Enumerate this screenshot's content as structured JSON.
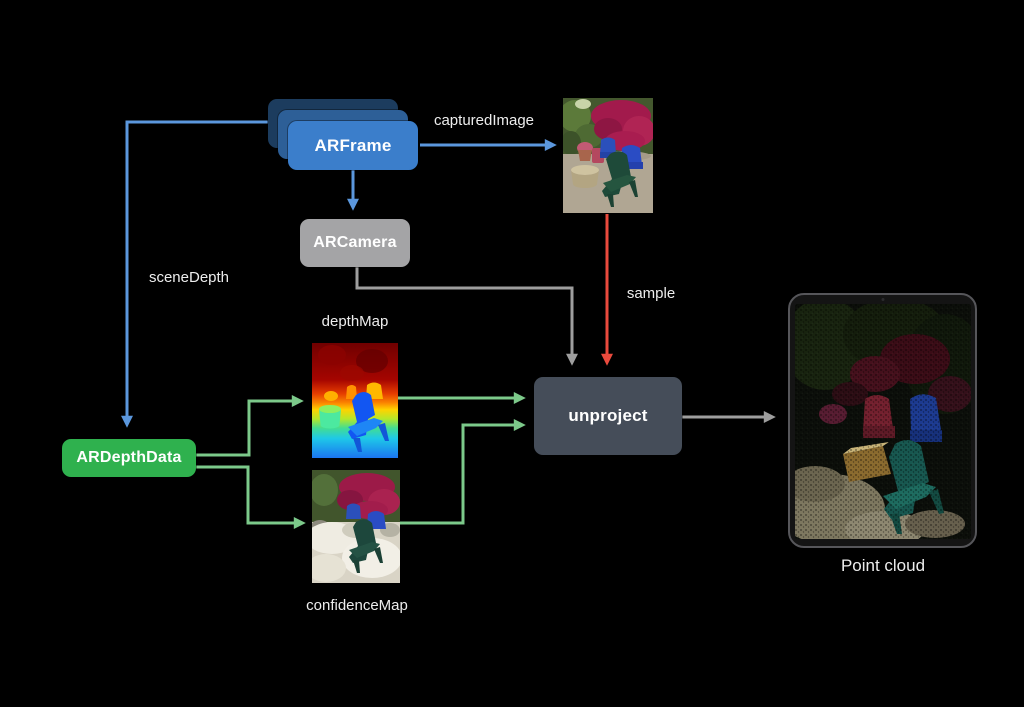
{
  "diagram": {
    "nodes": {
      "arframe": {
        "label": "ARFrame"
      },
      "arcamera": {
        "label": "ARCamera"
      },
      "ardepthdata": {
        "label": "ARDepthData"
      },
      "unproject": {
        "label": "unproject"
      }
    },
    "edges": {
      "captured_image_label": "capturedImage",
      "scene_depth_label": "sceneDepth",
      "sample_label": "sample"
    },
    "images": {
      "captured_photo_name": "captured-image-thumbnail",
      "depth_map_name": "depth-map-thumbnail",
      "confidence_map_name": "confidence-map-thumbnail",
      "point_cloud_name": "point-cloud-render",
      "depth_map_label": "depthMap",
      "confidence_map_label": "confidenceMap",
      "point_cloud_label": "Point cloud"
    },
    "colors": {
      "background": "#000000",
      "arframe_front": "#3b7ecb",
      "arframe_mid": "#2d5f97",
      "arframe_back": "#1c3c5e",
      "arcamera": "#a4a4a6",
      "ardepthdata": "#2fb14e",
      "unproject": "#454d59",
      "arrow_blue": "#5b97dd",
      "arrow_green": "#7cc98a",
      "arrow_red": "#ea4a3d",
      "arrow_gray": "#9e9e9e",
      "label_text": "#ededed"
    }
  }
}
